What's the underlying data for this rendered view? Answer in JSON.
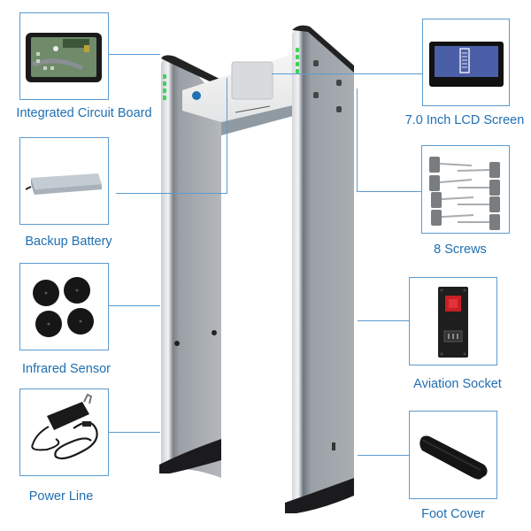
{
  "accent_color": "#1f6fb2",
  "border_color": "#5b9bd0",
  "product": {
    "name": "walk-through-metal-detector",
    "led_color": "#3ed35a"
  },
  "components": {
    "left": [
      {
        "id": "circuit-board",
        "label": "Integrated Circuit Board",
        "icon": "circuit-board-icon"
      },
      {
        "id": "backup-battery",
        "label": "Backup Battery",
        "icon": "battery-icon"
      },
      {
        "id": "infrared-sensor",
        "label": "Infrared Sensor",
        "icon": "infrared-sensor-icon"
      },
      {
        "id": "power-line",
        "label": "Power Line",
        "icon": "power-adapter-icon"
      }
    ],
    "right": [
      {
        "id": "lcd-screen",
        "label": "7.0 Inch LCD Screen",
        "icon": "lcd-screen-icon"
      },
      {
        "id": "screws",
        "label": "8 Screws",
        "icon": "screws-icon"
      },
      {
        "id": "aviation-socket",
        "label": "Aviation Socket",
        "icon": "aviation-socket-icon"
      },
      {
        "id": "foot-cover",
        "label": "Foot Cover",
        "icon": "foot-cover-icon"
      }
    ]
  }
}
